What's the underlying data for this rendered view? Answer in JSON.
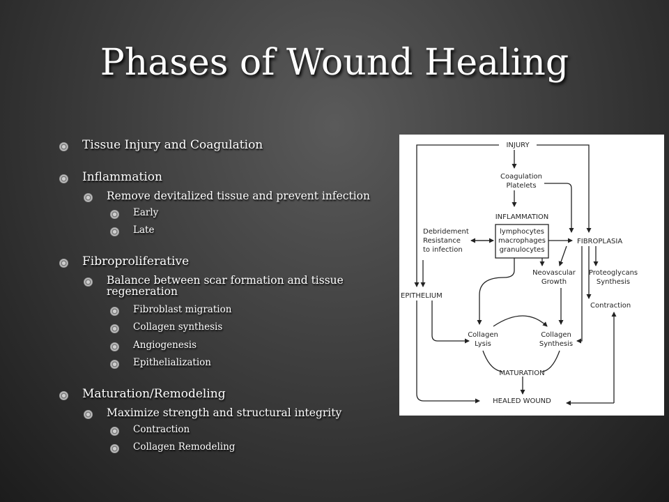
{
  "slide": {
    "title": "Phases of Wound Healing"
  },
  "bullets": {
    "tissue_injury": "Tissue Injury and Coagulation",
    "inflammation": "Inflammation",
    "inflammation_sub": "Remove devitalized tissue and prevent infection",
    "early": "Early",
    "late": "Late",
    "fibroproliferative": "Fibroproliferative",
    "fibro_sub_1": "Balance between scar formation and tissue",
    "fibro_sub_2": "regeneration",
    "fibroblast_migration": "Fibroblast migration",
    "collagen_synthesis": "Collagen synthesis",
    "angiogenesis": "Angiogenesis",
    "epithelialization": "Epithelialization",
    "maturation": "Maturation/Remodeling",
    "maturation_sub": "Maximize strength and structural integrity",
    "contraction": "Contraction",
    "collagen_remodeling": "Collagen Remodeling"
  },
  "diagram": {
    "injury": "INJURY",
    "coagulation": "Coagulation",
    "platelets": "Platelets",
    "inflammation": "INFLAMMATION",
    "lymphocytes": "lymphocytes",
    "macrophages": "macrophages",
    "granulocytes": "granulocytes",
    "debridement": "Debridement",
    "resistance": "Resistance",
    "to_infection": "to infection",
    "fibroplasia": "FIBROPLASIA",
    "neovascular": "Neovascular",
    "growth": "Growth",
    "proteoglycans": "Proteoglycans",
    "synthesis": "Synthesis",
    "epithelium": "EPITHELIUM",
    "contraction": "Contraction",
    "collagen_lysis_1": "Collagen",
    "collagen_lysis_2": "Lysis",
    "collagen_synth_1": "Collagen",
    "collagen_synth_2": "Synthesis",
    "maturation": "MATURATION",
    "healed_wound": "HEALED WOUND"
  }
}
